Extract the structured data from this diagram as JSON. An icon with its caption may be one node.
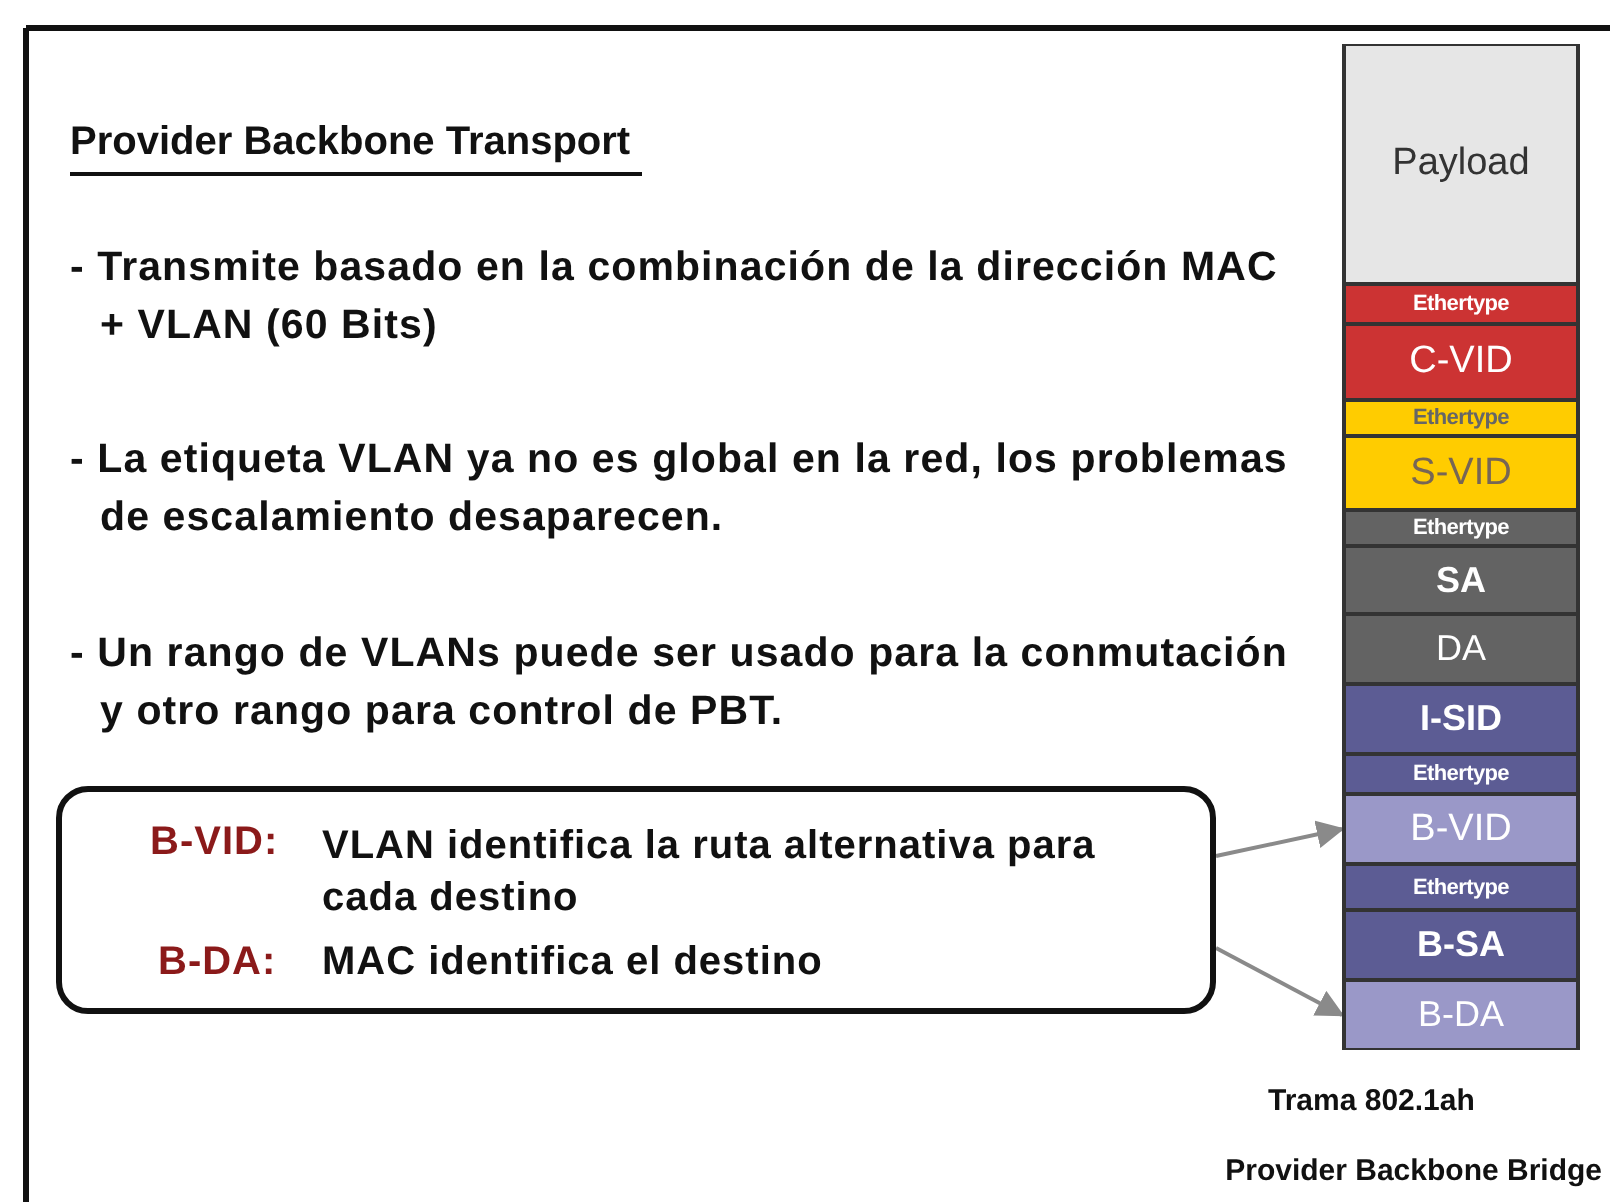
{
  "diagram": {
    "title": "Provider Backbone Transport",
    "nodes": [
      {
        "text": [
          "B-VID:",
          "VLAN identifica la ruta alternativa para cada destino",
          "B-DA:",
          "MAC identifica el destino"
        ]
      },
      {
        "text": [
          "Payload"
        ]
      },
      {
        "text": [
          "Ethertype"
        ]
      },
      {
        "text": [
          "C-VID"
        ]
      },
      {
        "text": [
          "Ethertype"
        ]
      },
      {
        "text": [
          "S-VID"
        ]
      },
      {
        "text": [
          "Ethertype"
        ]
      },
      {
        "text": [
          "SA"
        ]
      },
      {
        "text": [
          "DA"
        ]
      },
      {
        "text": [
          "I-SID"
        ]
      },
      {
        "text": [
          "Ethertype"
        ]
      },
      {
        "text": [
          "B-VID"
        ]
      },
      {
        "text": [
          "Ethertype"
        ]
      },
      {
        "text": [
          "B-SA"
        ]
      },
      {
        "text": [
          "B-DA"
        ]
      }
    ],
    "edges": [
      {
        "from": 0,
        "to": 11,
        "arrow": "to"
      },
      {
        "from": 0,
        "to": 14,
        "arrow": "to"
      }
    ],
    "labels": [
      "- Transmite basado en la combinación de la dirección MAC + VLAN (60 Bits)",
      "- La etiqueta VLAN ya no es global en la red, los problemas de escalamiento desaparecen.",
      "- Un rango de VLANs puede ser usado para la conmutación y otro rango para control de PBT.",
      "Trama 802.1ah",
      "Provider Backbone Bridge"
    ]
  }
}
